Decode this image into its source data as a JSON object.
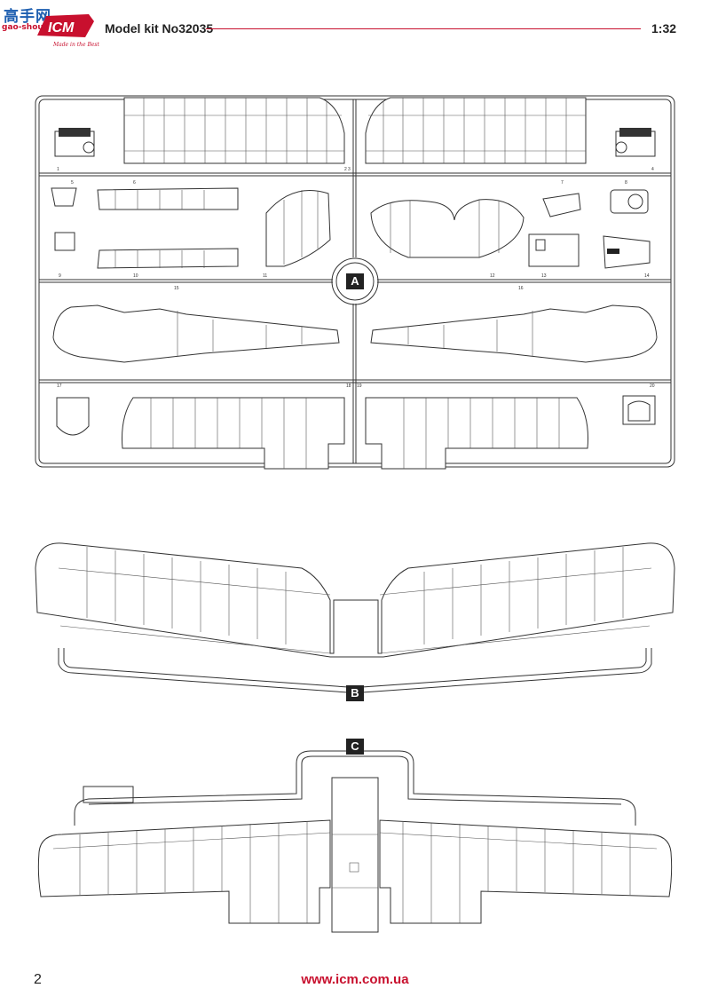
{
  "header": {
    "watermark": "高手网",
    "watermark_url": "gao-shou.com",
    "logo_text": "ICM",
    "logo_tagline": "Made in the Best",
    "title": "Model kit No32035",
    "scale": "1:32"
  },
  "sprues": {
    "a": "A",
    "b": "B",
    "c": "C"
  },
  "part_numbers": [
    "1",
    "2",
    "3",
    "4",
    "5",
    "6",
    "7",
    "8",
    "9",
    "10",
    "11",
    "12",
    "13",
    "14",
    "15",
    "16",
    "17",
    "18",
    "19",
    "20"
  ],
  "footer": {
    "page_number": "2",
    "url": "www.icm.com.ua"
  },
  "colors": {
    "accent": "#c8102e",
    "ink": "#222222"
  }
}
